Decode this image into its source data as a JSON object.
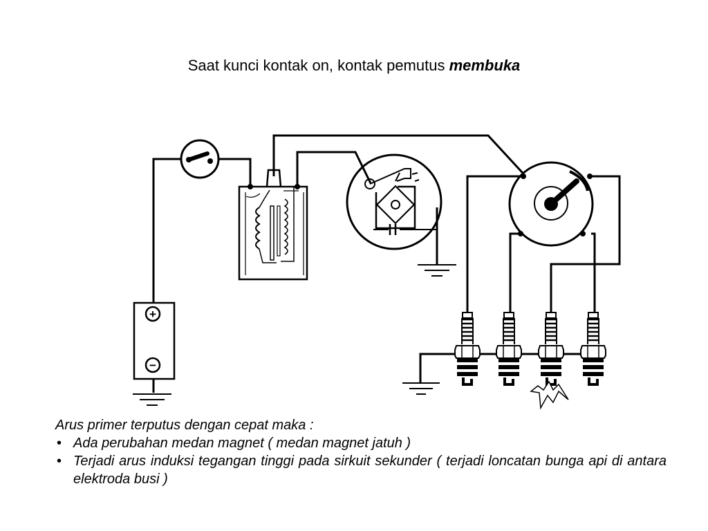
{
  "title": {
    "text": "Saat kunci kontak on, kontak pemutus ",
    "emphasis": "membuka"
  },
  "diagram": {
    "battery": {
      "plus_sign": "+",
      "minus_sign": "−"
    }
  },
  "caption": {
    "intro": "Arus primer terputus dengan cepat maka :",
    "bullets": [
      "Ada perubahan medan magnet ( medan magnet jatuh )",
      "Terjadi arus induksi tegangan tinggi pada sirkuit sekunder ( terjadi loncatan bunga api di antara elektroda busi  )"
    ]
  }
}
